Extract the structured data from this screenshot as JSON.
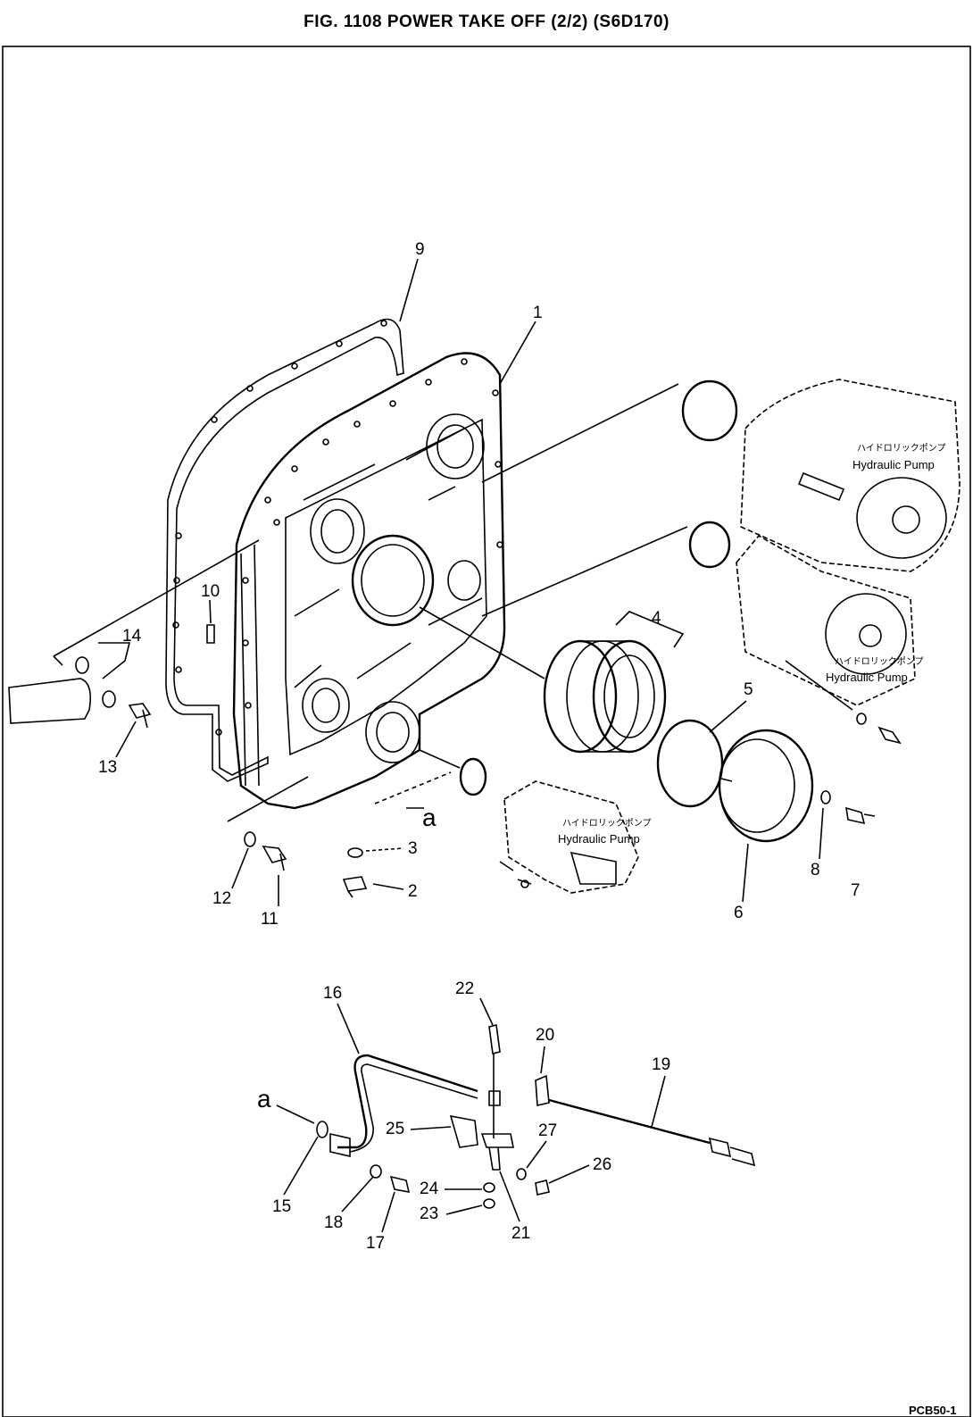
{
  "figure": {
    "title": "FIG. 1108   POWER TAKE OFF (2/2) (S6D170)",
    "drawing_code": "PCB50-1"
  },
  "callouts": [
    "1",
    "2",
    "3",
    "4",
    "5",
    "6",
    "7",
    "8",
    "9",
    "10",
    "11",
    "12",
    "13",
    "14",
    "15",
    "16",
    "17",
    "18",
    "19",
    "20",
    "21",
    "22",
    "23",
    "24",
    "25",
    "26",
    "27"
  ],
  "connection_labels": {
    "a_upper": "a",
    "a_lower": "a"
  },
  "pump_labels": {
    "upper_right": {
      "jp": "ハイドロリックポンプ",
      "en": "Hydraulic  Pump"
    },
    "middle_right": {
      "jp": "ハイドロリックポンプ",
      "en": "Hydraulic  Pump"
    },
    "bottom_center": {
      "jp": "ハイドロリックポンプ",
      "en": "Hydraulic  Pump"
    }
  },
  "colors": {
    "line": "#000000",
    "background": "#ffffff"
  }
}
